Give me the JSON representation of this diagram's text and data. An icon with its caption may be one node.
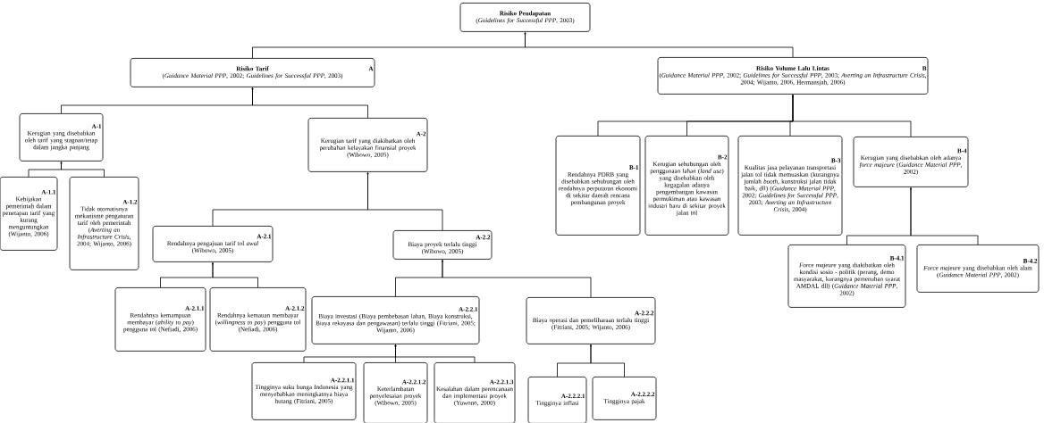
{
  "diagram": {
    "nodes": [
      {
        "text": [
          "Risiko Pendapatan",
          "(*Guidelines for Successful PPP*, 2003)"
        ]
      },
      {
        "text": [
          "Risiko Tarif",
          "A",
          "(*Guidance Material PPP*, 2002; *Guidelines for Successful PPP*, 2003)"
        ]
      },
      {
        "text": [
          "Risiko Volume Lalu Lintas",
          "B",
          "(*Guidance Material PPP*, 2002; *Guidelines for Successful PPP*, 2003; *Averting an Infrastructure Crisis*, 2004; Wijanto, 2006, Hermansjah, 2006)"
        ]
      },
      {
        "text": [
          "A-1",
          "Kerugian yang disebabkan oleh tarif yang stagnan/tetap dalam jangka panjang"
        ]
      },
      {
        "text": [
          "A-1.1",
          "Kebijakan pemerintah dalam penetapan tarif yang kurang menguntungkan (Wijanto, 2006)"
        ]
      },
      {
        "text": [
          "A-1.2",
          "Tidak otomatisnya mekanisme pengaturan tarif oleh pemerintah (*Averting an Infrastructure Crisis*, 2004; Wijanto, 2006)"
        ]
      },
      {
        "text": [
          "A-2",
          "Kerugian tarif yang diakibatkan oleh perubahan kelayakan finansial proyek (Wibowo, 2005)"
        ]
      },
      {
        "text": [
          "A-2.1",
          "Rendahnya pengajuan tarif tol *awal* (Wibowo, 2005)"
        ]
      },
      {
        "text": [
          "A-2.1.1",
          "Rendahnya kemampuan membayar (*ability to pay*) pengguna tol (Nefiadi, 2006)"
        ]
      },
      {
        "text": [
          "A-2.1.2",
          "Rendahnya kemauan membayar (*willingness to pay*) pengguna tol (Nefiadi, 2006)"
        ]
      },
      {
        "text": [
          "A-2.2",
          "Biaya proyek terlalu tinggi (Wibowo, 2005)"
        ]
      },
      {
        "text": [
          "A-2.2.1",
          "Biaya investasi (Biaya pembebasan lahan, Biaya konstruksi, Biaya rekayasa dan pengawasan) terlalu tinggi (Fitriani, 2005; Wijanto, 2006)"
        ]
      },
      {
        "text": [
          "A-2.2.1.1",
          "Tingginya suku bunga Indonesia yang menyebabkan meningkatnya biaya hutang (Fitriani, 2005)"
        ]
      },
      {
        "text": [
          "A-2.2.1.2",
          "Keterlambatan penyelesaian proyek (Wibowo, 2005)"
        ]
      },
      {
        "text": [
          "A-2.2.1.3",
          "Kesalahan dalam perencanaan dan implementasi proyek (Yuwono, 2000)"
        ]
      },
      {
        "text": [
          "A-2.2.2",
          "Biaya operasi dan pemeliharaan terlalu tinggi (Fitriani, 2005; Wijanto, 2006)"
        ]
      },
      {
        "text": [
          "A-2.2.2.1",
          "Tingginya inflasi"
        ]
      },
      {
        "text": [
          "A-2.2.2.2",
          "Tingginya pajak"
        ]
      },
      {
        "text": [
          "B-1",
          "Rendahnya PDRB yang disebabkan sehubungan oleh rendahnya perputaran ekonomi di sekitar daerah rencana pembangunan proyek"
        ]
      },
      {
        "text": [
          "B-2",
          "Kerugian sehubungan oleh penggunaan lahan (*land use*) yang disebabkan oleh kegagalan adanya pengembangan kawasan permukiman atau kawasan industri baru di sekitar proyek jalan tol"
        ]
      },
      {
        "text": [
          "B-3",
          "Kualitas jasa pelayanan transportasi jalan tol tidak memuaskan (kurangnya jumlah *booth*, konstruksi jalan tidak baik, dll) (*Guidance Material PPP*, 2002; *Guidelines for Successful PPP*, 2003; *Averting an Infrastructure Crisis*, 2004)"
        ]
      },
      {
        "text": [
          "B-4",
          "Kerugian yang disebabkan oleh adanya *force majeure* (*Guidance Material PPP*, 2002)"
        ]
      },
      {
        "text": [
          "B-4.1",
          "*Force majeure* yang diakibatkan oleh kondisi sosio - politik (perang, demo masyarakat, kurangnya pemenuhan syarat AMDAL dll) (*Guidance Material PPP*, 2002)"
        ]
      },
      {
        "text": [
          "B-4.2",
          "*Force majeure* yang disebabkan oleh alam (*Guidance Material PPP*, 2002)"
        ]
      }
    ],
    "edges": [
      {
        "from": 1,
        "to": 0,
        "arrow": "to"
      },
      {
        "from": 2,
        "to": 0,
        "arrow": "to"
      },
      {
        "from": 3,
        "to": 1,
        "arrow": "to"
      },
      {
        "from": 6,
        "to": 1,
        "arrow": "to"
      },
      {
        "from": 4,
        "to": 3,
        "arrow": "to"
      },
      {
        "from": 5,
        "to": 3,
        "arrow": "to"
      },
      {
        "from": 7,
        "to": 6,
        "arrow": "to"
      },
      {
        "from": 10,
        "to": 6,
        "arrow": "to"
      },
      {
        "from": 8,
        "to": 7,
        "arrow": "to"
      },
      {
        "from": 9,
        "to": 7,
        "arrow": "to"
      },
      {
        "from": 11,
        "to": 10,
        "arrow": "to"
      },
      {
        "from": 15,
        "to": 10,
        "arrow": "to"
      },
      {
        "from": 12,
        "to": 11,
        "arrow": "to"
      },
      {
        "from": 13,
        "to": 11,
        "arrow": "to"
      },
      {
        "from": 14,
        "to": 11,
        "arrow": "to"
      },
      {
        "from": 16,
        "to": 15,
        "arrow": "to"
      },
      {
        "from": 17,
        "to": 15,
        "arrow": "to"
      },
      {
        "from": 18,
        "to": 2,
        "arrow": "to"
      },
      {
        "from": 19,
        "to": 2,
        "arrow": "to"
      },
      {
        "from": 20,
        "to": 2,
        "arrow": "to"
      },
      {
        "from": 21,
        "to": 2,
        "arrow": "to"
      },
      {
        "from": 22,
        "to": 21,
        "arrow": "to"
      },
      {
        "from": 23,
        "to": 21,
        "arrow": "to"
      }
    ]
  }
}
